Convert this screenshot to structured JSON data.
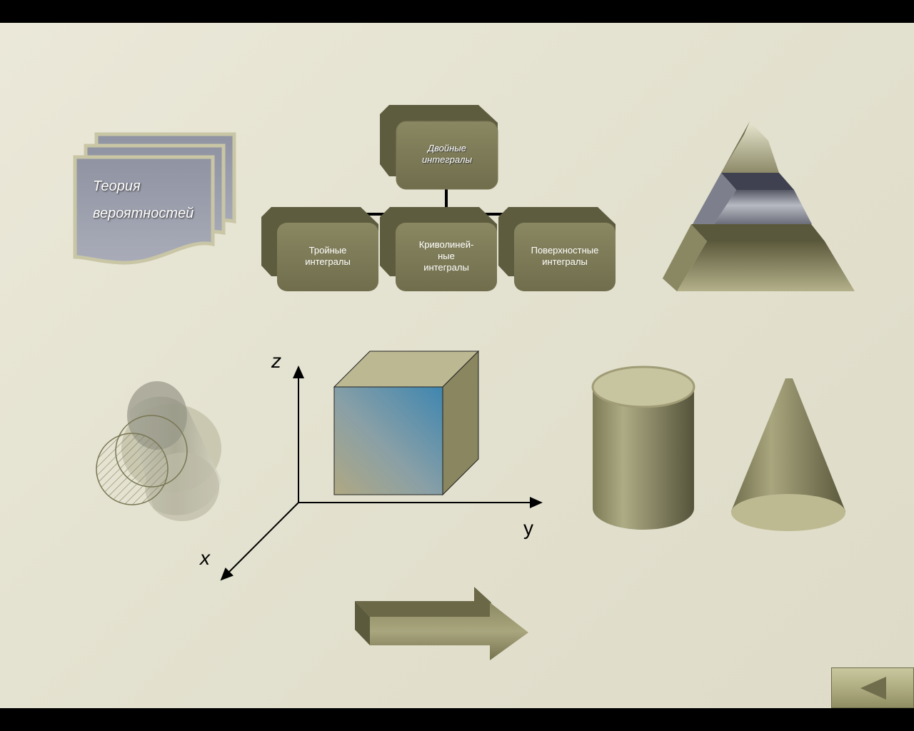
{
  "stack_card": {
    "line1": "Теория",
    "line2": "вероятностей"
  },
  "org_chart": {
    "top": {
      "line1": "Двойные",
      "line2": "интегралы"
    },
    "children": [
      {
        "line1": "Тройные",
        "line2": "интегралы",
        "line3": ""
      },
      {
        "line1": "Криволиней-",
        "line2": "ные",
        "line3": "интегралы"
      },
      {
        "line1": "Поверхностные",
        "line2": "интегралы",
        "line3": ""
      }
    ]
  },
  "axes": {
    "z": "z",
    "y": "y",
    "x": "x"
  },
  "colors": {
    "olive_dark": "#5f5d3f",
    "olive": "#8b8960",
    "olive_light": "#b9b690",
    "slate": "#7f8290",
    "cube_blue": "#4a87aa"
  },
  "icons": {
    "next": "arrow-right-icon",
    "back": "triangle-left-icon"
  }
}
